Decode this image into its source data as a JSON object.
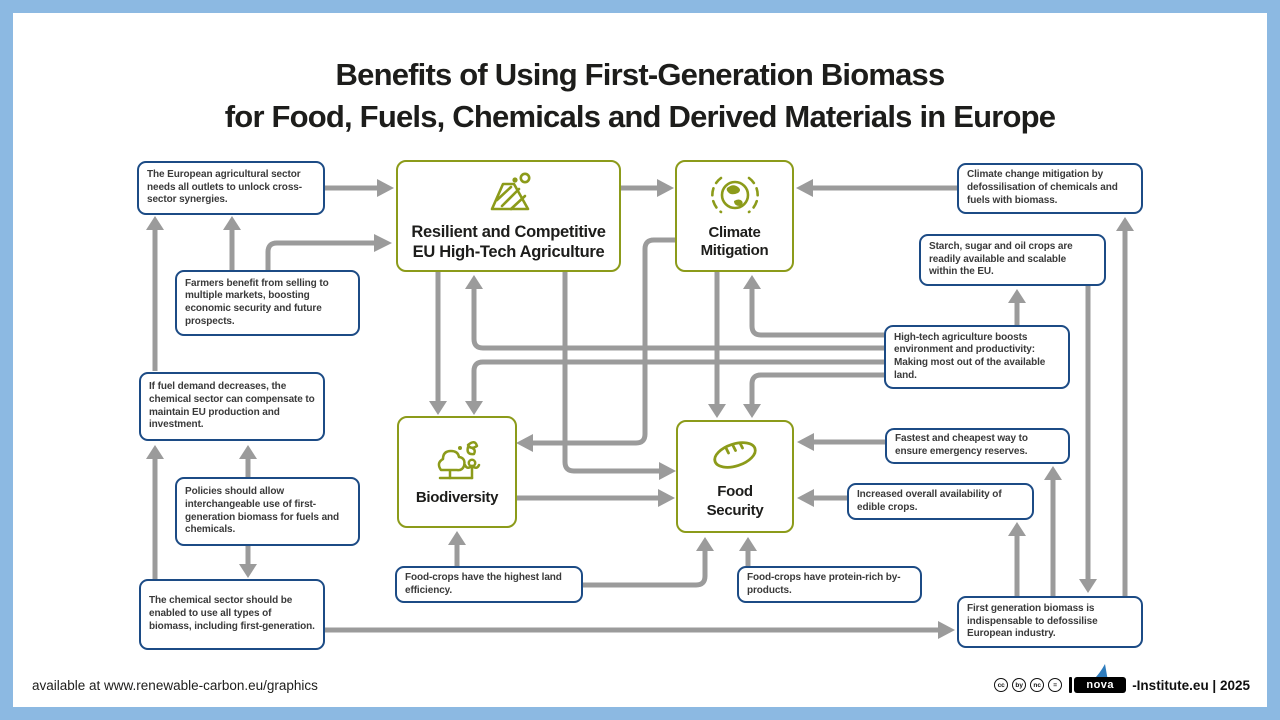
{
  "title": {
    "line1": "Benefits of Using First-Generation Biomass",
    "line2": "for Food, Fuels, Chemicals and Derived Materials in Europe"
  },
  "hubs": {
    "agriculture": {
      "line1": "Resilient and Competitive",
      "line2": "EU High-Tech Agriculture",
      "icon": "field-icon"
    },
    "climate": {
      "line1": "Climate",
      "line2": "Mitigation",
      "icon": "globe-icon"
    },
    "biodiversity": {
      "line1": "Biodiversity",
      "icon": "tree-butterfly-icon"
    },
    "food": {
      "line1": "Food",
      "line2": "Security",
      "icon": "bread-icon"
    }
  },
  "notes": {
    "euro_agri": {
      "text": "The European agricultural sector needs all outlets to unlock cross-sector synergies."
    },
    "farmers": {
      "text": "Farmers benefit from selling to multiple markets, boosting economic security and future prospects."
    },
    "fuel_demand": {
      "text": "If fuel demand decreases, the chemical sector can compensate to maintain EU production and investment."
    },
    "policies": {
      "text": "Policies should allow interchangeable use of first-generation biomass for fuels and chemicals."
    },
    "chemical": {
      "text": "The chemical sector should be enabled to use all types of biomass, including first-generation."
    },
    "mitigation": {
      "text": "Climate change mitigation by defossilisation of chemicals and fuels with biomass."
    },
    "starch": {
      "text": "Starch, sugar and oil crops are readily available and scalable within the EU."
    },
    "hightech": {
      "text": "High-tech agriculture boosts environment and productivity: Making most out of the available land."
    },
    "fastest": {
      "text": "Fastest and cheapest way to ensure emergency reserves."
    },
    "increased": {
      "text": "Increased overall availability of edible crops."
    },
    "land_efficiency": {
      "text": "Food-crops have the highest land efficiency."
    },
    "protein": {
      "text": "Food-crops have protein-rich by-products."
    },
    "first_gen": {
      "text": "First generation biomass is indispensable to defossilise European industry."
    }
  },
  "footer": {
    "available": "available at www.renewable-carbon.eu/graphics",
    "cc": [
      "cc",
      "by",
      "nc",
      "="
    ],
    "nova": "nova",
    "institute": "-Institute.eu | 2025"
  },
  "colors": {
    "frame": "#8CB9E2",
    "green": "#8C9B1A",
    "navy": "#1C4B85",
    "arrow": "#9B9B9B",
    "ink": "#1D1D1B"
  }
}
